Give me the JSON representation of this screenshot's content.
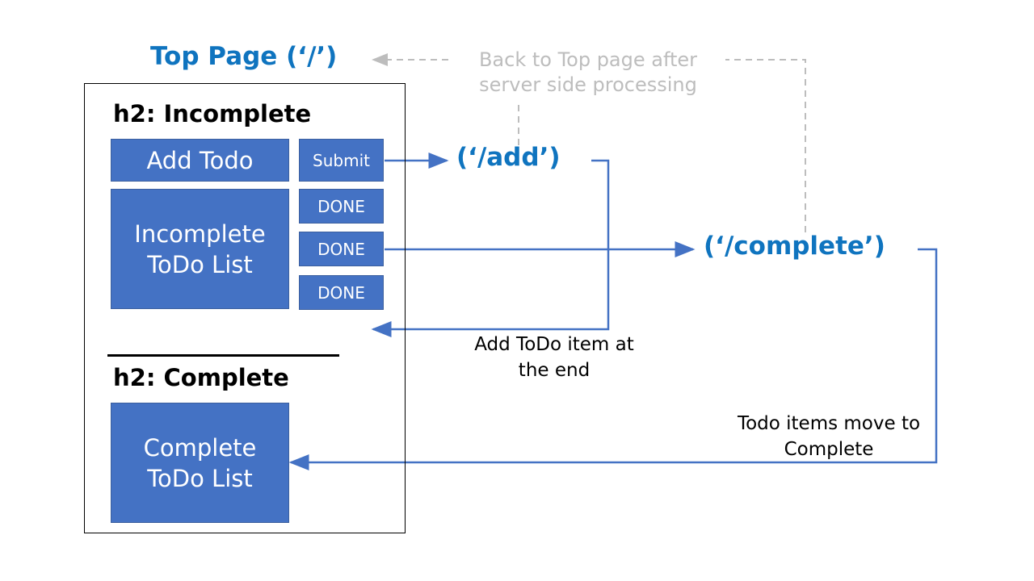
{
  "top_page": "Top Page (‘/’)",
  "back_note": "Back to Top page after server side processing",
  "incomplete_heading": "h2: Incomplete",
  "add_todo": "Add Todo",
  "submit": "Submit",
  "incomplete_list": "Incomplete ToDo List",
  "done_buttons": [
    "DONE",
    "DONE",
    "DONE"
  ],
  "complete_heading": "h2: Complete",
  "complete_list": "Complete ToDo List",
  "add_route": "(‘/add’)",
  "complete_route": "(‘/complete’)",
  "add_note": "Add ToDo item at the end",
  "move_note": "Todo items move to Complete",
  "colors": {
    "route_text": "#0f74bf",
    "box_fill": "#4472c4",
    "arrow": "#4472c4",
    "dashed": "#bdbdbd"
  }
}
